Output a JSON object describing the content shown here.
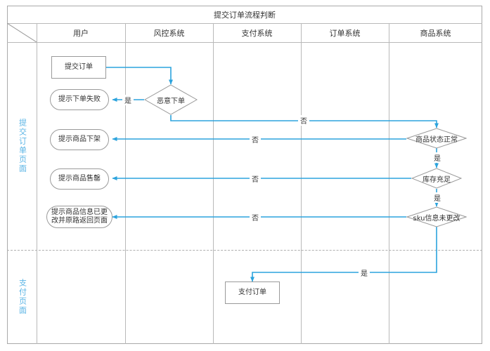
{
  "diagram": {
    "title": "提交订单流程判断",
    "columns": [
      {
        "label": ""
      },
      {
        "label": "用户"
      },
      {
        "label": "风控系统"
      },
      {
        "label": "支付系统"
      },
      {
        "label": "订单系统"
      },
      {
        "label": "商品系统"
      }
    ],
    "lanes": [
      {
        "label": "提交订单页面"
      },
      {
        "label": "支付页面"
      }
    ],
    "accent_color": "#2ba3dd",
    "border_color": "#a9a9a9",
    "lane_label_color": "#5ab4e5",
    "nodes": [
      {
        "id": "submit-order",
        "shape": "rect",
        "label": "提交订单"
      },
      {
        "id": "prompt-order-failed",
        "shape": "pill",
        "label": "提示下单失败"
      },
      {
        "id": "malicious-order",
        "shape": "diamond",
        "label": "恶意下单"
      },
      {
        "id": "prompt-item-removed",
        "shape": "pill",
        "label": "提示商品下架"
      },
      {
        "id": "prompt-item-soldout",
        "shape": "pill",
        "label": "提示商品售罄"
      },
      {
        "id": "prompt-item-changed",
        "shape": "pill",
        "label": "提示商品信息已更\n改并原路返回页面",
        "line1": "提示商品信息已更",
        "line2": "改并原路返回页面"
      },
      {
        "id": "item-status-normal",
        "shape": "diamond",
        "label": "商品状态正常"
      },
      {
        "id": "stock-sufficient",
        "shape": "diamond",
        "label": "库存充足"
      },
      {
        "id": "sku-unchanged",
        "shape": "diamond",
        "label": "sku信息未更改"
      },
      {
        "id": "pay-order",
        "shape": "rect",
        "label": "支付订单"
      }
    ],
    "edge_labels": {
      "yes": "是",
      "no": "否",
      "malicious_yes": "是",
      "malicious_no": "否",
      "status_no": "否",
      "stock_no": "否",
      "sku_no": "否",
      "status_yes": "是",
      "stock_yes": "是",
      "sku_yes": "是"
    }
  }
}
